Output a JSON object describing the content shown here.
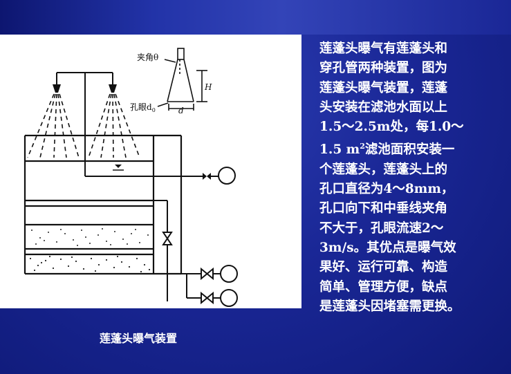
{
  "figure": {
    "label_angle": "夹角θ",
    "label_orifice": "孔眼d",
    "label_orifice_sub": "0",
    "label_h": "H",
    "label_d": "d"
  },
  "caption": "莲蓬头曝气装置",
  "text": {
    "l1": "莲蓬头曝气有莲蓬头和",
    "l2": "穿孔管两种装置，图为",
    "l3": "莲蓬头曝气装置，莲蓬",
    "l4": "头安装在滤池水面以上",
    "l5": "1.5～2.5m处，每1.0～",
    "l6a": "1.5 m",
    "l6sup": "2",
    "l6b": "滤池面积安装一",
    "l7": "个莲蓬头，莲蓬头上的",
    "l8": "孔口直径为4～8mm，",
    "l9": "孔口向下和中垂线夹角",
    "l10": "不大于，孔眼流速2～",
    "l11": "3m/s。其优点是曝气效",
    "l12": "果好、运行可靠、构造",
    "l13": "简单、管理方便，缺点",
    "l14": "是莲蓬头因堵塞需更换。"
  }
}
